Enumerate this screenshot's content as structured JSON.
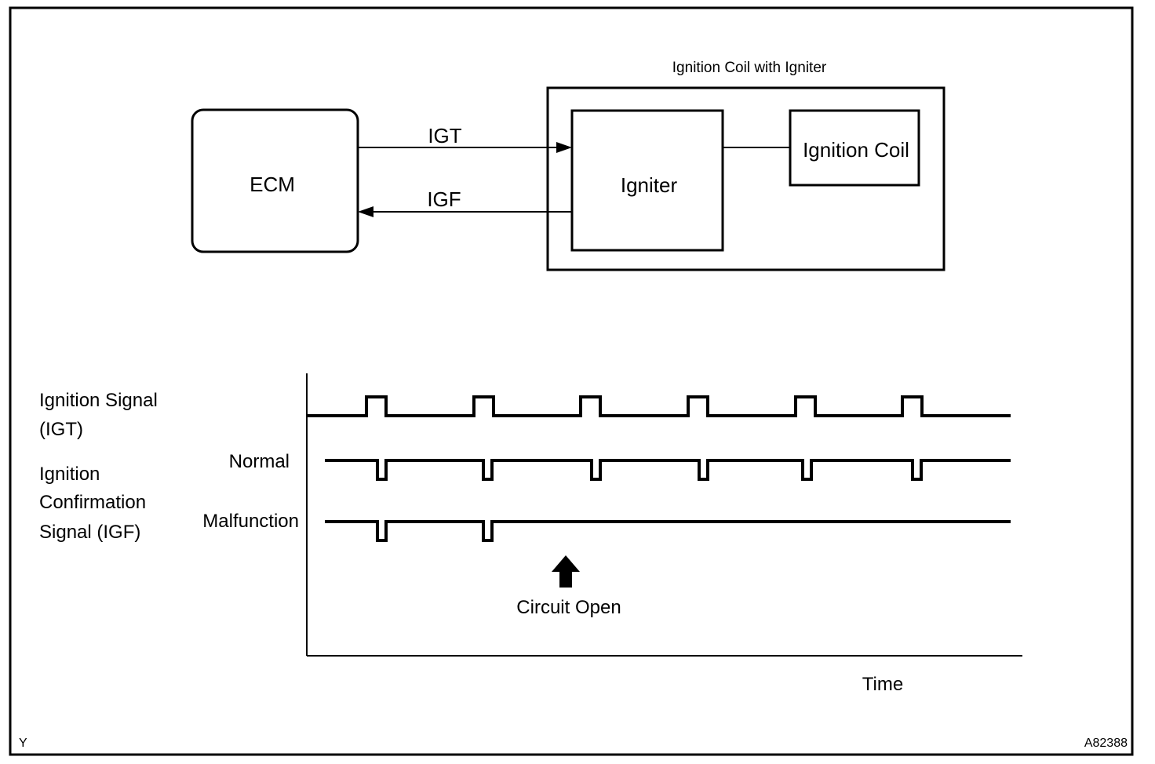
{
  "block_diagram": {
    "group_title": "Ignition Coil with Igniter",
    "ecm_label": "ECM",
    "igniter_label": "Igniter",
    "coil_label": "Ignition Coil",
    "igt_label": "IGT",
    "igf_label": "IGF"
  },
  "timing": {
    "igt_title_line1": "Ignition Signal",
    "igt_title_line2": "(IGT)",
    "igf_title_line1": "Ignition",
    "igf_title_line2": "Confirmation",
    "igf_title_line3": "Signal (IGF)",
    "normal_label": "Normal",
    "malfunction_label": "Malfunction",
    "event_label": "Circuit Open",
    "axis_label": "Time"
  },
  "footer": {
    "left_code": "Y",
    "right_code": "A82388"
  }
}
